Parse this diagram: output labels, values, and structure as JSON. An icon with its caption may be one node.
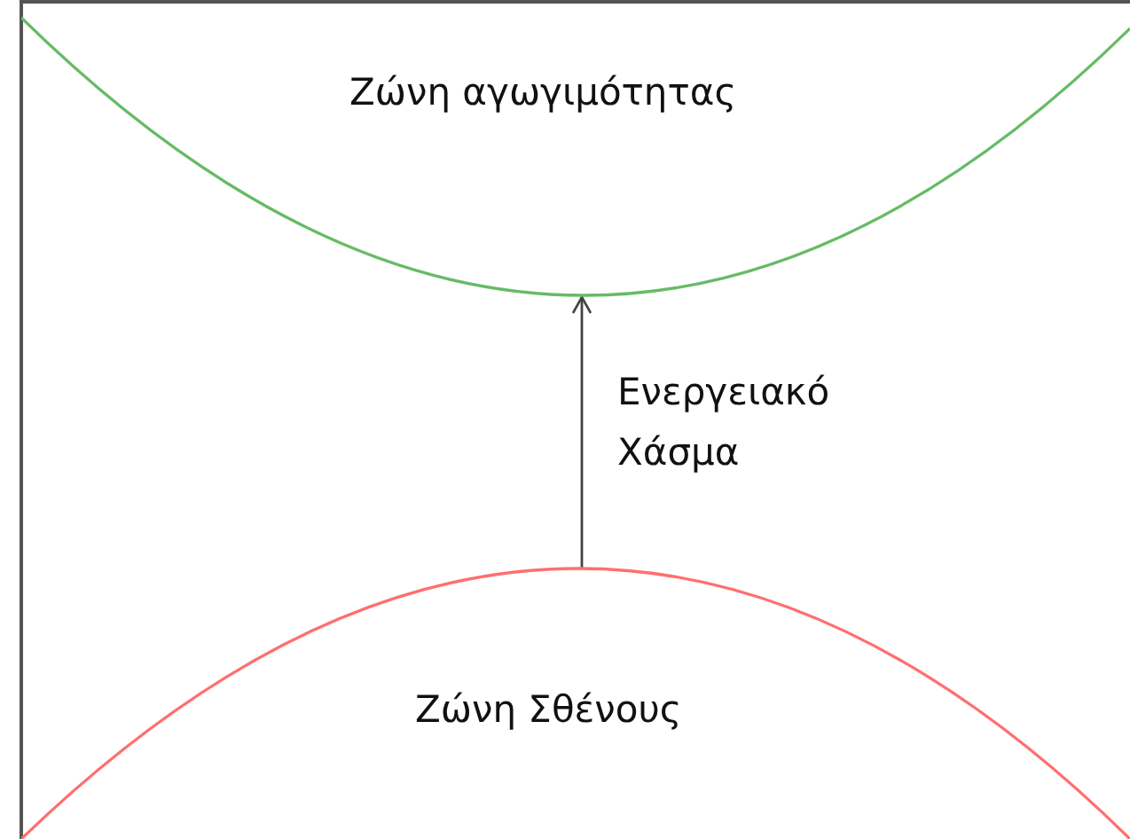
{
  "diagram": {
    "nodes": [
      {
        "text": [
          "Ζώνη αγωγιμότητας"
        ]
      },
      {
        "text": [
          "Ζώνη Σθένους"
        ]
      }
    ],
    "edges": [
      {
        "from": 1,
        "to": 0,
        "arrow": "to",
        "label": "Ενεργειακό Χάσμα"
      }
    ]
  }
}
